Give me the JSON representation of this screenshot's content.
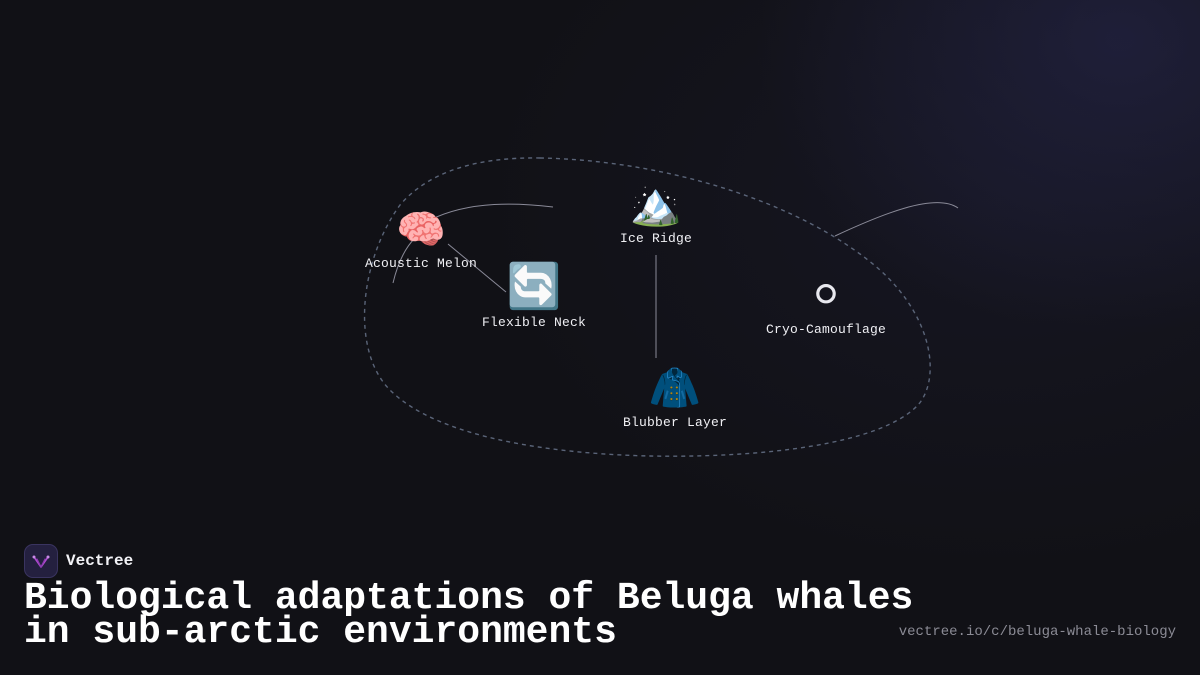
{
  "diagram": {
    "nodes": [
      {
        "id": "acoustic-melon",
        "label": "Acoustic Melon",
        "emoji": "🧠"
      },
      {
        "id": "flexible-neck",
        "label": "Flexible Neck",
        "emoji": "🔄"
      },
      {
        "id": "ice-ridge",
        "label": "Ice Ridge",
        "emoji": "🏔️"
      },
      {
        "id": "cryo-camouflage",
        "label": "Cryo-Camouflage",
        "emoji": "⚪"
      },
      {
        "id": "blubber-layer",
        "label": "Blubber Layer",
        "emoji": "🧥"
      }
    ],
    "colors": {
      "background": "#111116",
      "link": "#7a7a88",
      "boundary": "#5a6478",
      "text": "#f0f0f4"
    }
  },
  "brand": {
    "name": "Vectree",
    "logo_icon": "vectree-logo-icon"
  },
  "title": {
    "line1": "Biological adaptations of Beluga whales",
    "line2": "in sub-arctic environments"
  },
  "url": "vectree.io/c/beluga-whale-biology"
}
